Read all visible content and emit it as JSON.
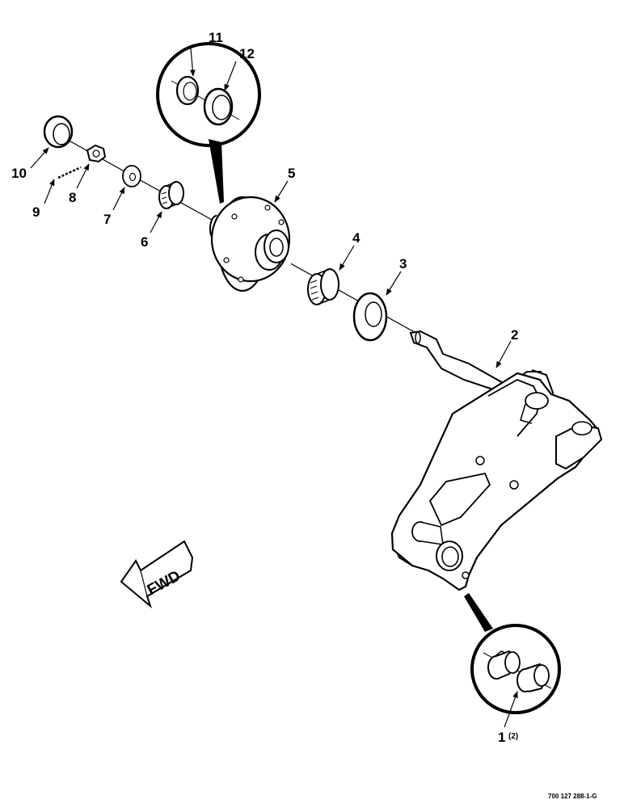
{
  "callouts": {
    "c1": "1",
    "c1_qty": "(2)",
    "c2": "2",
    "c3": "3",
    "c4": "4",
    "c5": "5",
    "c6": "6",
    "c7": "7",
    "c8": "8",
    "c9": "9",
    "c10": "10",
    "c11": "11",
    "c12": "12"
  },
  "fwd_label": "FWD",
  "figure_id": "700 127 288-1-G"
}
